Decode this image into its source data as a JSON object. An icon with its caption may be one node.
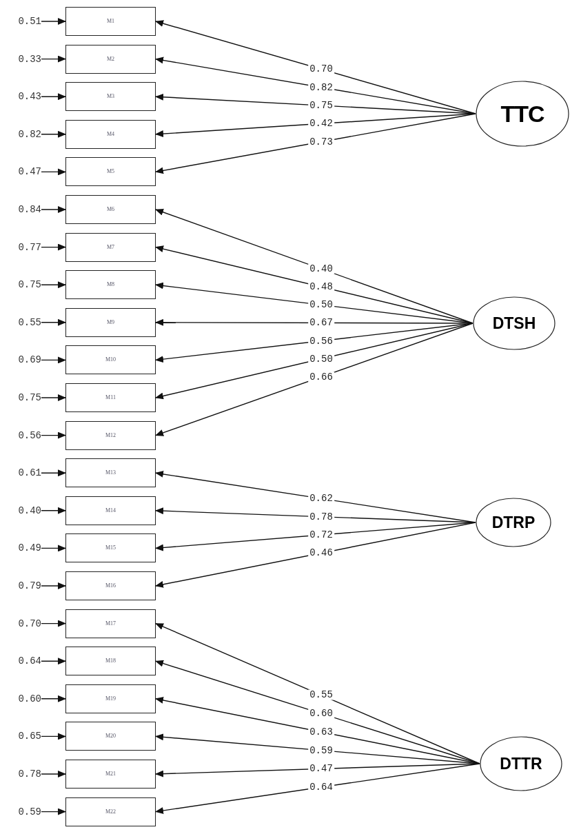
{
  "diagram": {
    "nodes": [
      {
        "text": [
          "0.51"
        ]
      },
      {
        "text": [
          "M1"
        ]
      },
      {
        "text": [
          "0.33"
        ]
      },
      {
        "text": [
          "M2"
        ]
      },
      {
        "text": [
          "0.43"
        ]
      },
      {
        "text": [
          "M3"
        ]
      },
      {
        "text": [
          "0.82"
        ]
      },
      {
        "text": [
          "M4"
        ]
      },
      {
        "text": [
          "0.47"
        ]
      },
      {
        "text": [
          "M5"
        ]
      },
      {
        "text": [
          "0.84"
        ]
      },
      {
        "text": [
          "M6"
        ]
      },
      {
        "text": [
          "0.77"
        ]
      },
      {
        "text": [
          "M7"
        ]
      },
      {
        "text": [
          "0.75"
        ]
      },
      {
        "text": [
          "M8"
        ]
      },
      {
        "text": [
          "0.55"
        ]
      },
      {
        "text": [
          "M9"
        ]
      },
      {
        "text": [
          "0.69"
        ]
      },
      {
        "text": [
          "M10"
        ]
      },
      {
        "text": [
          "0.75"
        ]
      },
      {
        "text": [
          "M11"
        ]
      },
      {
        "text": [
          "0.56"
        ]
      },
      {
        "text": [
          "M12"
        ]
      },
      {
        "text": [
          "0.61"
        ]
      },
      {
        "text": [
          "M13"
        ]
      },
      {
        "text": [
          "0.40"
        ]
      },
      {
        "text": [
          "M14"
        ]
      },
      {
        "text": [
          "0.49"
        ]
      },
      {
        "text": [
          "M15"
        ]
      },
      {
        "text": [
          "0.79"
        ]
      },
      {
        "text": [
          "M16"
        ]
      },
      {
        "text": [
          "0.70"
        ]
      },
      {
        "text": [
          "M17"
        ]
      },
      {
        "text": [
          "0.64"
        ]
      },
      {
        "text": [
          "M18"
        ]
      },
      {
        "text": [
          "0.60"
        ]
      },
      {
        "text": [
          "M19"
        ]
      },
      {
        "text": [
          "0.65"
        ]
      },
      {
        "text": [
          "M20"
        ]
      },
      {
        "text": [
          "0.78"
        ]
      },
      {
        "text": [
          "M21"
        ]
      },
      {
        "text": [
          "0.59"
        ]
      },
      {
        "text": [
          "M22"
        ]
      },
      {
        "text": [
          "TTC"
        ]
      },
      {
        "text": [
          "DTSH"
        ]
      },
      {
        "text": [
          "DTRP"
        ]
      },
      {
        "text": [
          "DTTR"
        ]
      }
    ],
    "edges": [
      {
        "from": 0,
        "to": 1,
        "arrow": "to"
      },
      {
        "from": 2,
        "to": 3,
        "arrow": "to"
      },
      {
        "from": 4,
        "to": 5,
        "arrow": "to"
      },
      {
        "from": 6,
        "to": 7,
        "arrow": "to"
      },
      {
        "from": 8,
        "to": 9,
        "arrow": "to"
      },
      {
        "from": 10,
        "to": 11,
        "arrow": "to"
      },
      {
        "from": 12,
        "to": 13,
        "arrow": "to"
      },
      {
        "from": 14,
        "to": 15,
        "arrow": "to"
      },
      {
        "from": 16,
        "to": 17,
        "arrow": "to"
      },
      {
        "from": 18,
        "to": 19,
        "arrow": "to"
      },
      {
        "from": 20,
        "to": 21,
        "arrow": "to"
      },
      {
        "from": 22,
        "to": 23,
        "arrow": "to"
      },
      {
        "from": 24,
        "to": 25,
        "arrow": "to"
      },
      {
        "from": 26,
        "to": 27,
        "arrow": "to"
      },
      {
        "from": 28,
        "to": 29,
        "arrow": "to"
      },
      {
        "from": 30,
        "to": 31,
        "arrow": "to"
      },
      {
        "from": 32,
        "to": 33,
        "arrow": "to"
      },
      {
        "from": 34,
        "to": 35,
        "arrow": "to"
      },
      {
        "from": 36,
        "to": 37,
        "arrow": "to"
      },
      {
        "from": 38,
        "to": 39,
        "arrow": "to"
      },
      {
        "from": 40,
        "to": 41,
        "arrow": "to"
      },
      {
        "from": 42,
        "to": 43,
        "arrow": "to"
      },
      {
        "from": 44,
        "to": 1,
        "arrow": "to",
        "label": "0.70"
      },
      {
        "from": 44,
        "to": 3,
        "arrow": "to",
        "label": "0.82"
      },
      {
        "from": 44,
        "to": 5,
        "arrow": "to",
        "label": "0.75"
      },
      {
        "from": 44,
        "to": 7,
        "arrow": "to",
        "label": "0.42"
      },
      {
        "from": 44,
        "to": 9,
        "arrow": "to",
        "label": "0.73"
      },
      {
        "from": 45,
        "to": 11,
        "arrow": "to",
        "label": "0.40"
      },
      {
        "from": 45,
        "to": 13,
        "arrow": "to",
        "label": "0.48"
      },
      {
        "from": 45,
        "to": 15,
        "arrow": "to",
        "label": "0.50"
      },
      {
        "from": 45,
        "to": 17,
        "arrow": "to",
        "label": "0.67"
      },
      {
        "from": 45,
        "to": 19,
        "arrow": "to",
        "label": "0.56"
      },
      {
        "from": 45,
        "to": 21,
        "arrow": "to",
        "label": "0.50"
      },
      {
        "from": 45,
        "to": 23,
        "arrow": "to",
        "label": "0.66"
      },
      {
        "from": 46,
        "to": 25,
        "arrow": "to",
        "label": "0.62"
      },
      {
        "from": 46,
        "to": 27,
        "arrow": "to",
        "label": "0.78"
      },
      {
        "from": 46,
        "to": 29,
        "arrow": "to",
        "label": "0.72"
      },
      {
        "from": 46,
        "to": 31,
        "arrow": "to",
        "label": "0.46"
      },
      {
        "from": 47,
        "to": 33,
        "arrow": "to",
        "label": "0.55"
      },
      {
        "from": 47,
        "to": 35,
        "arrow": "to",
        "label": "0.60"
      },
      {
        "from": 47,
        "to": 37,
        "arrow": "to",
        "label": "0.63"
      },
      {
        "from": 47,
        "to": 39,
        "arrow": "to",
        "label": "0.59"
      },
      {
        "from": 47,
        "to": 41,
        "arrow": "to",
        "label": "0.47"
      },
      {
        "from": 47,
        "to": 43,
        "arrow": "to",
        "label": "0.64"
      }
    ]
  }
}
